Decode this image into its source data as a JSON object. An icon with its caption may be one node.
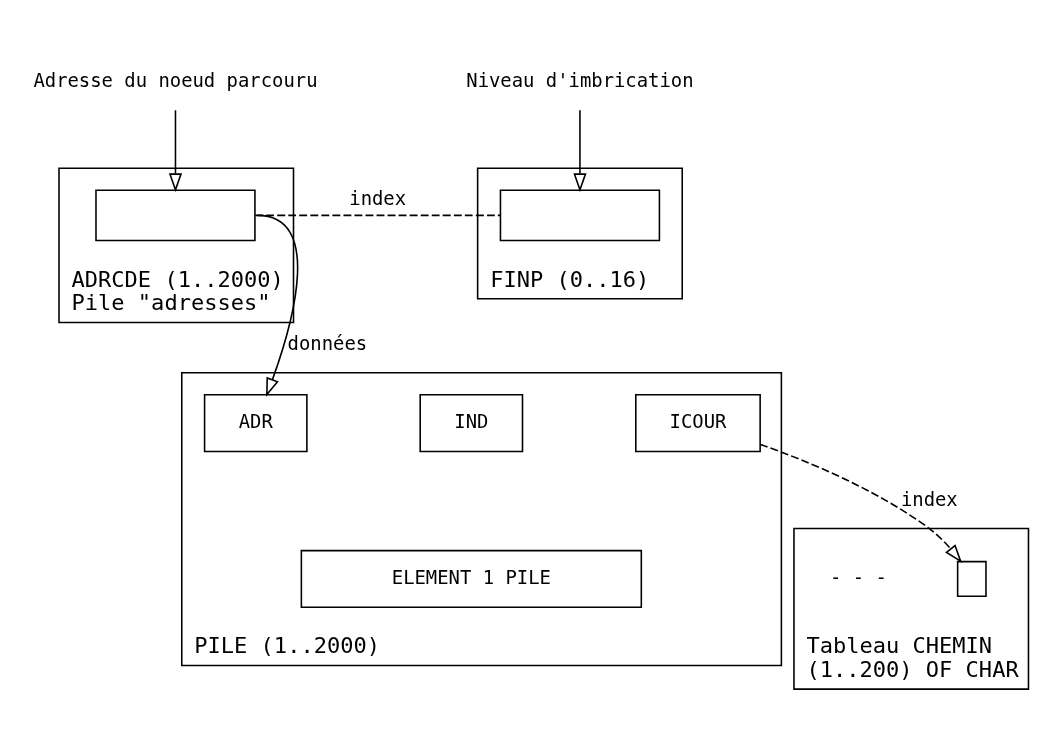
{
  "diagram": {
    "nodes": [
      {
        "text": [
          "ADRCDE (1..2000) Pile \"adresses\""
        ]
      },
      {
        "text": [],
        "shape": "box",
        "in": 0
      },
      {
        "text": [
          "Adresse du noeud parcouru"
        ]
      },
      {
        "text": [
          "FINP (0..16)"
        ]
      },
      {
        "text": [],
        "shape": "box",
        "in": 3
      },
      {
        "text": [
          "Niveau d'imbrication"
        ]
      },
      {
        "text": [
          "PILE (1..2000)"
        ]
      },
      {
        "text": [
          "ADR"
        ],
        "in": 6
      },
      {
        "text": [
          "IND"
        ],
        "in": 6
      },
      {
        "text": [
          "ICOUR"
        ],
        "in": 6
      },
      {
        "text": [
          "ELEMENT 1 PILE"
        ],
        "in": 6
      },
      {
        "text": [
          "Tableau CHEMIN (1..200) OF CHAR"
        ]
      },
      {
        "text": [],
        "shape": "box",
        "in": 11
      }
    ],
    "edges": [
      {
        "from": 2,
        "to": 1,
        "arrow": "to"
      },
      {
        "from": 1,
        "to": 4,
        "arrow": "none",
        "label": "index",
        "style": "dashed"
      },
      {
        "from": 5,
        "to": 4,
        "arrow": "to"
      },
      {
        "from": 1,
        "to": 7,
        "arrow": "to",
        "label": "données"
      },
      {
        "from": 9,
        "to": 12,
        "arrow": "to",
        "label": "index",
        "style": "dashed"
      }
    ],
    "labels": [
      "- - -"
    ]
  }
}
